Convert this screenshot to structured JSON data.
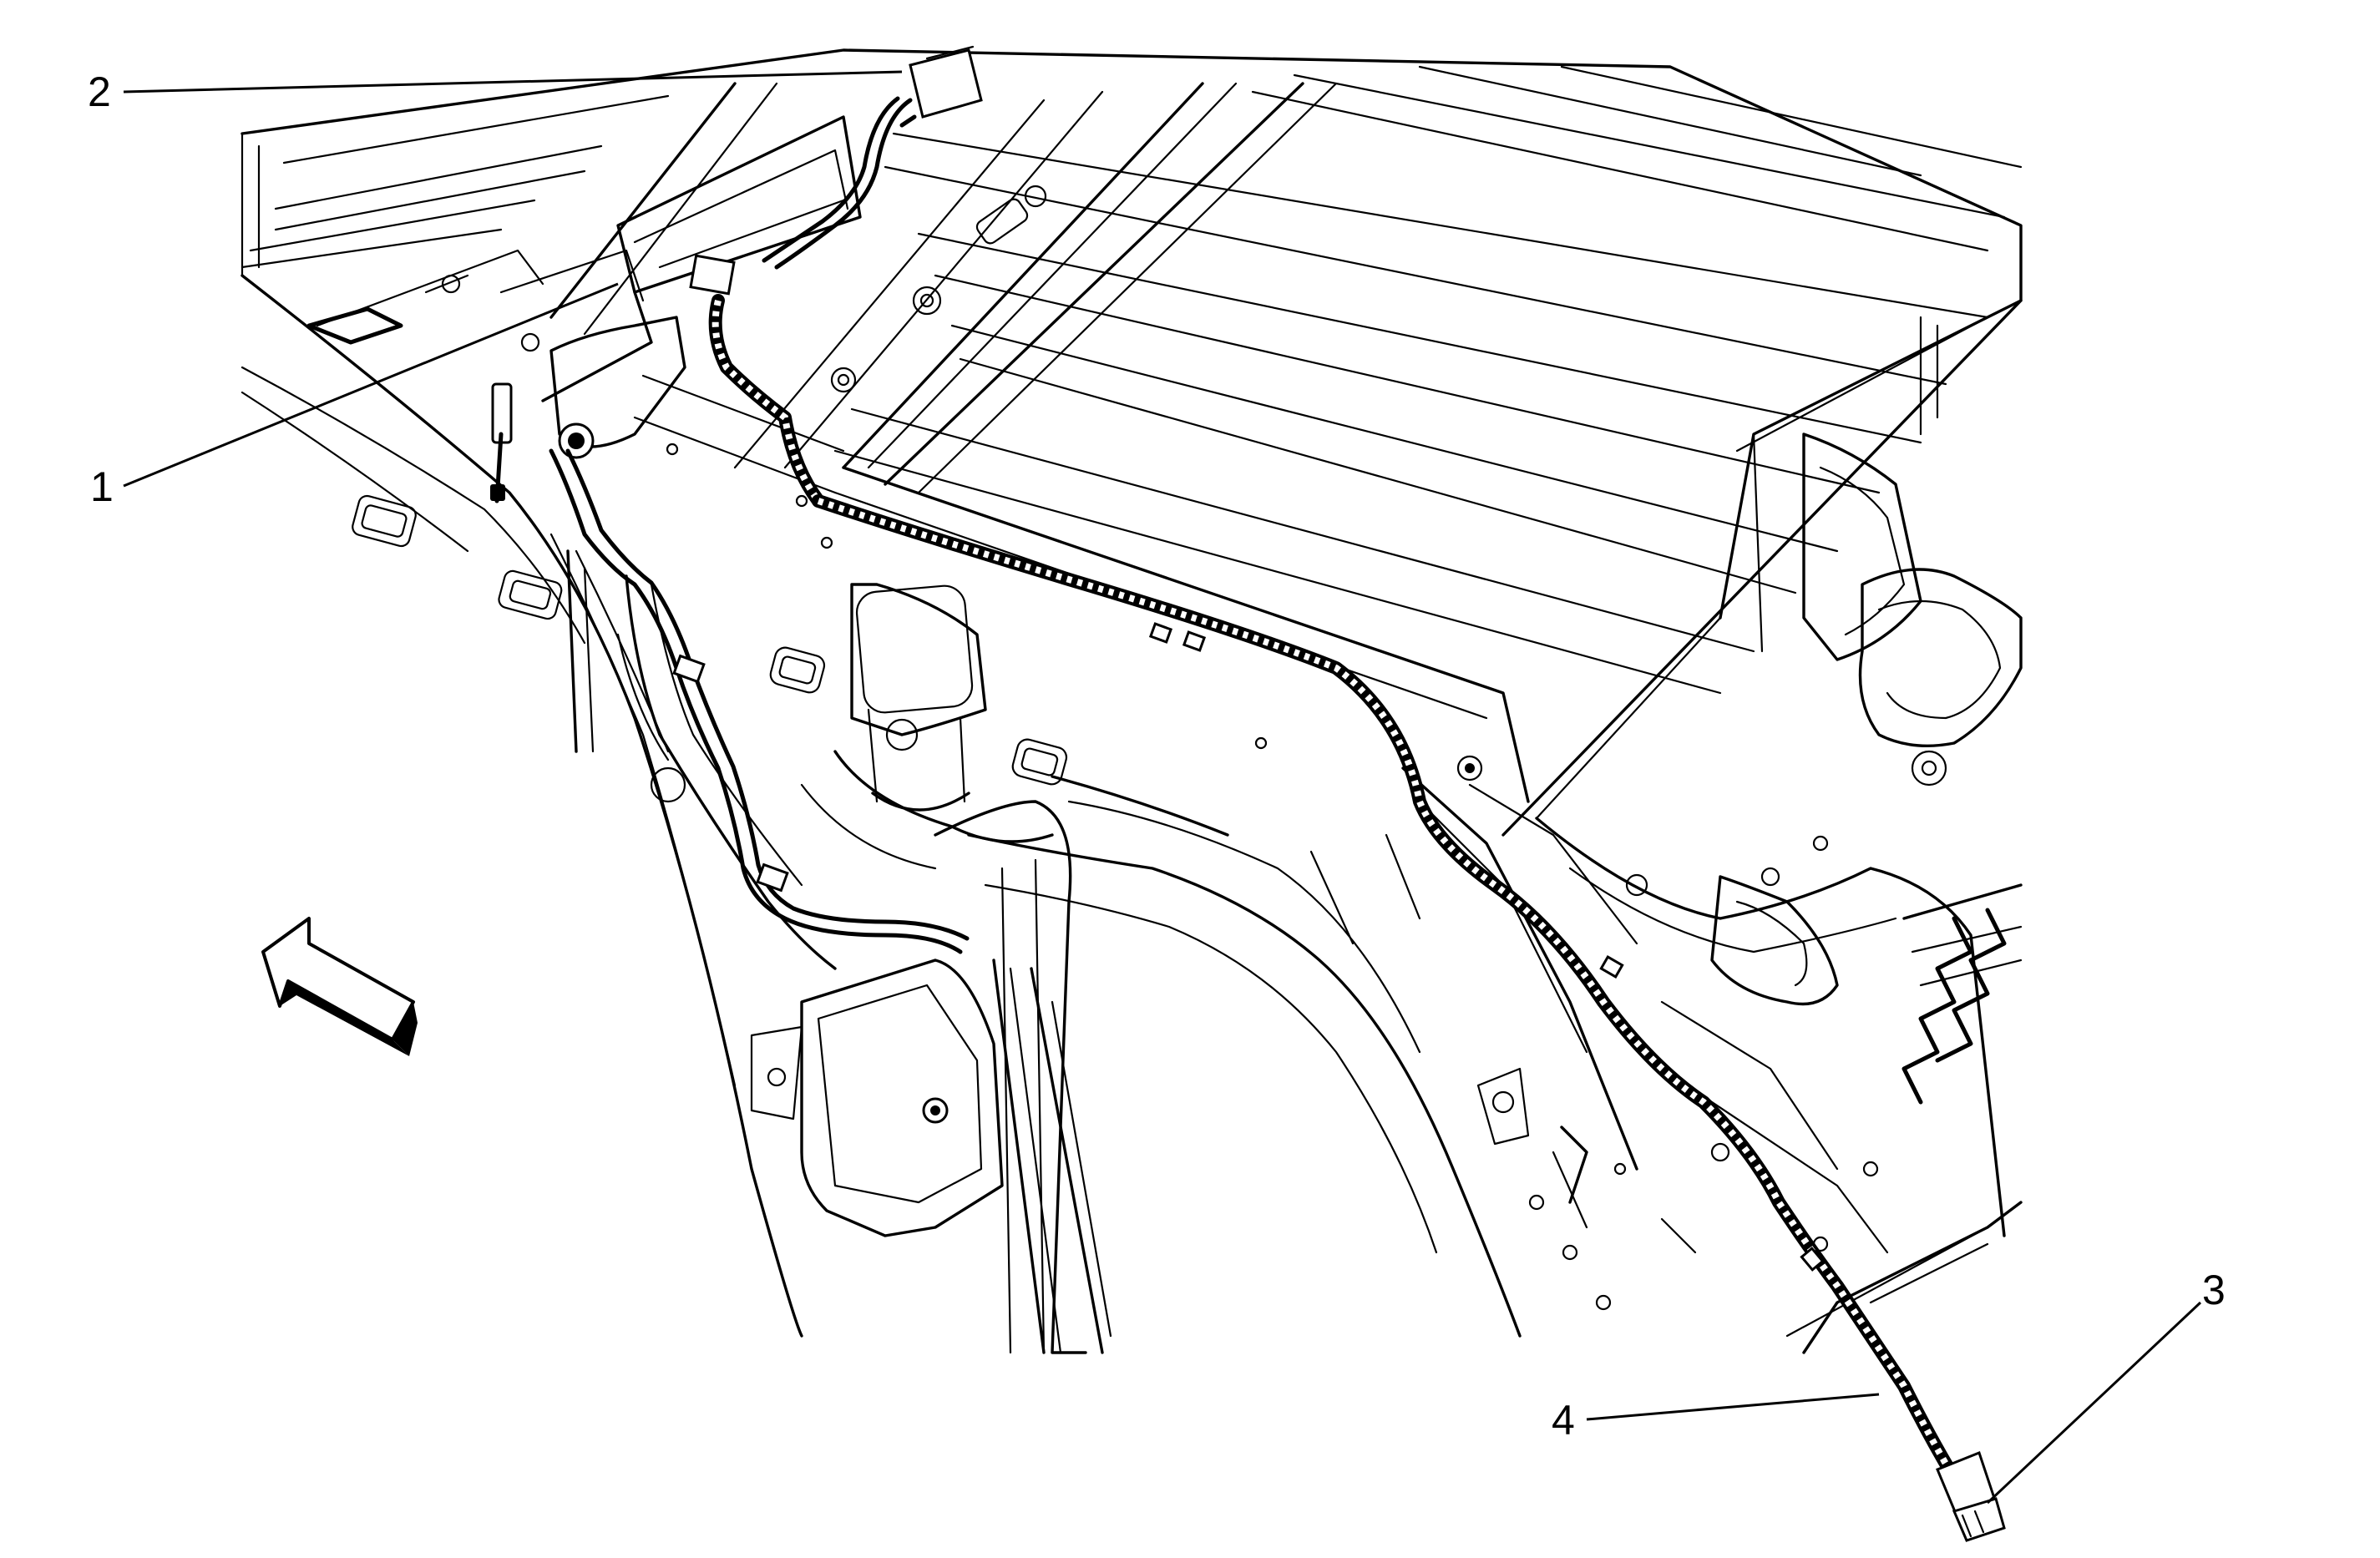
{
  "diagram": {
    "callouts": [
      {
        "id": "1",
        "label": "1"
      },
      {
        "id": "2",
        "label": "2"
      },
      {
        "id": "3",
        "label": "3"
      },
      {
        "id": "4",
        "label": "4"
      }
    ],
    "icons": {
      "direction_arrow": "front-direction-arrow-icon"
    },
    "colors": {
      "line": "#000000",
      "background": "#ffffff"
    }
  }
}
